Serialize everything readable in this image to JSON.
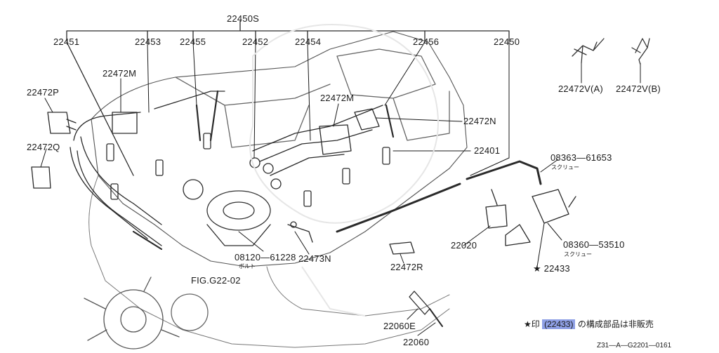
{
  "callouts": {
    "c22450S": "22450S",
    "c22451": "22451",
    "c22453": "22453",
    "c22455": "22455",
    "c22452": "22452",
    "c22454": "22454",
    "c22456": "22456",
    "c22450": "22450",
    "c22472V_A": "22472V(A)",
    "c22472V_B": "22472V(B)",
    "c22472M_left": "22472M",
    "c22472M_right": "22472M",
    "c22472P": "22472P",
    "c22472Q": "22472Q",
    "c22472N": "22472N",
    "c22401": "22401",
    "c08363": "08363—61653",
    "c08363_sub": "スクリュー",
    "c08360": "08360—53510",
    "c08360_sub": "スクリュー",
    "c08120": "08120—61228",
    "c08120_sub": "ボルト",
    "c22473N": "22473N",
    "c22472R": "22472R",
    "c22020": "22020",
    "c22433": "★ 22433",
    "figref": "FIG.G22-02",
    "c22060E": "22060E",
    "c22060": "22060"
  },
  "note": {
    "prefix": "★印",
    "part": "(22433)",
    "suffix": "の構成部品は非販売"
  },
  "diagram_code": "Z31—A—G2201—0161",
  "colors": {
    "line": "#1a1a1a",
    "highlight": "#8fa0e6",
    "background": "#ffffff"
  }
}
